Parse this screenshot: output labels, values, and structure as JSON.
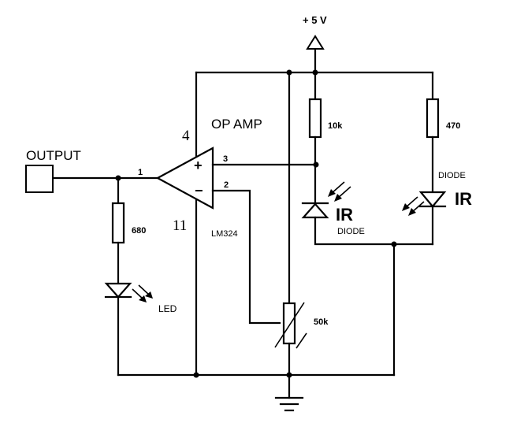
{
  "labels": {
    "supply": "+ 5 V",
    "output": "OUTPUT",
    "opamp_title": "OP AMP",
    "opamp_part": "LM324",
    "pin4": "4",
    "pin11": "11",
    "pin1": "1",
    "pin2": "2",
    "pin3": "3",
    "plus": "+",
    "minus": "−",
    "r_10k": "10k",
    "r_470": "470",
    "r_680": "680",
    "pot_50k": "50k",
    "led": "LED",
    "ir_receiver_big": "IR",
    "ir_receiver_small": "DIODE",
    "ir_emitter_small": "DIODE",
    "ir_emitter_big": "IR"
  }
}
